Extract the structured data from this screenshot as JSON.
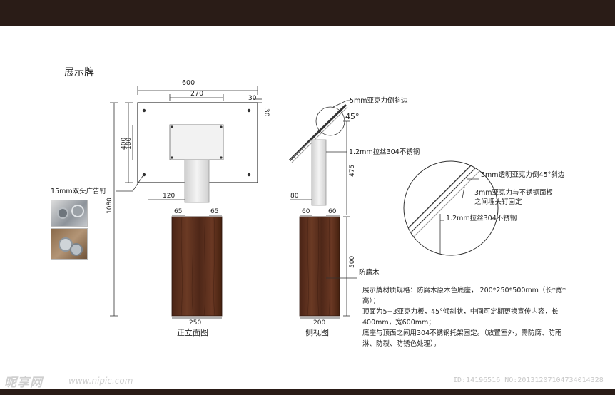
{
  "title": "展示牌",
  "front": {
    "dim_total_width": "600",
    "dim_poster_width": "270",
    "dim_margin_a": "30",
    "dim_margin_b": "30",
    "dim_board_height": "400",
    "dim_poster_height": "180",
    "dim_overall_height": "1080",
    "dim_post_width": "120",
    "dim_base_left": "65",
    "dim_base_right": "65",
    "dim_base_width": "250",
    "nail_label": "15mm双头广告钉",
    "caption": "正立面图"
  },
  "side": {
    "acrylic_edge_label": "5mm亚克力倒斜边",
    "angle_label": "45°",
    "steel_label": "1.2mm拉丝304不锈钢",
    "dim_post_height": "475",
    "dim_offset": "80",
    "dim_base_left": "60",
    "dim_base_right": "60",
    "dim_base_height": "500",
    "wood_label": "防腐木",
    "dim_base_depth": "200",
    "caption": "侧视图"
  },
  "detail": {
    "label_acrylic": "5mm透明亚克力倒45°斜边",
    "label_plate_1": "3mm亚克力与不锈钢面板",
    "label_plate_2": "之间埋头钉固定",
    "label_steel": "1.2mm拉丝304不锈钢"
  },
  "notes": {
    "line1": "展示牌材质规格：防腐木原木色底座， 200*250*500mm（长*宽*高）；",
    "line2": "顶面为5+3亚克力板，45°倾斜状，中间可定期更换宣传内容，长400mm，宽600mm；",
    "line3": "底座与顶面之间用304不锈钢托架固定。（放置室外，需防腐、防雨淋、防裂、防锈色处理）。"
  },
  "watermark": {
    "brand": "昵享网",
    "url": "www.nipic.com",
    "image_id": "ID:14196516 NO:20131207104734014328"
  },
  "colors": {
    "frame_bar": "#2a1c17",
    "wood": "#5a2f1e",
    "steel": "#e4e4e4",
    "line": "#333333"
  }
}
